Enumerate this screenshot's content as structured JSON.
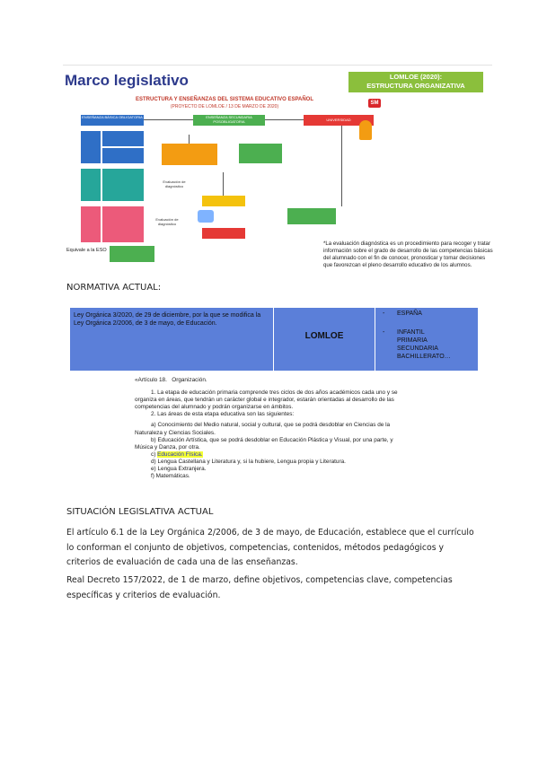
{
  "infographic": {
    "title": "Marco legislativo",
    "lomloe_line1": "LOMLOE (2020):",
    "lomloe_line2": "ESTRUCTURA ORGANIZATIVA",
    "publisher_logo": "SM",
    "diagram_title": "ESTRUCTURA Y ENSEÑANZAS DEL SISTEMA EDUCATIVO ESPAÑOL",
    "diagram_subtitle": "(PROYECTO DE LOMLOE / 13 DE MARZO DE 2020)",
    "col1_header": "ENSEÑANZA BÁSICA OBLIGATORIA",
    "col2_header": "ENSEÑANZA SECUNDARIA POSOBLIGATORIA",
    "col3_header": "UNIVERSIDAD",
    "eval_diag": "Evaluación de diagnóstico",
    "equivale": "Equivale a la ESO",
    "note": "*La evaluación diagnóstica es un procedimiento para recoger y tratar información sobre el grado de desarrollo de las competencias básicas del alumnado con el fin de conocer, pronosticar y tomar decisiones que favorezcan el pleno desarrollo educativo de los alumnos.",
    "colors": {
      "blue": "#2f6fc6",
      "green": "#4caf50",
      "red": "#e53935",
      "orange": "#f39c12",
      "yellow": "#f4c20d",
      "pink": "#ec5a7a",
      "teal": "#26a69a"
    }
  },
  "normativa_heading": "NORMATIVA ACTUAL:",
  "table": {
    "law": "Ley Orgánica 3/2020, de 29 de diciembre, por la que se modifica la Ley Orgánica 2/2006, de 3 de mayo, de Educación.",
    "name": "LOMLOE",
    "scope_1": "ESPAÑA",
    "stages": [
      "INFANTIL",
      "PRIMARIA",
      "SECUNDARIA",
      "BACHILLERATO…"
    ],
    "background": "#5b7fd9"
  },
  "article": {
    "heading_num": "«Artículo 18.",
    "heading_title": "Organización.",
    "p1": "1.   La etapa de educación primaria comprende tres ciclos de dos años académicos cada uno y se organiza en áreas, que tendrán un carácter global e integrador, estarán orientadas al desarrollo de las competencias del alumnado y podrán organizarse en ámbitos.",
    "p2": "2.   Las áreas de esta etapa educativa son las siguientes:",
    "items": [
      "a)   Conocimiento del Medio natural, social y cultural, que se podrá desdoblar en Ciencias de la Naturaleza y Ciencias Sociales.",
      "b)   Educación Artística, que se podrá desdoblar en Educación Plástica y Visual, por una parte, y Música y Danza, por otra.",
      "Educación Física.",
      "d)   Lengua Castellana y Literatura y, si la hubiere, Lengua propia y Literatura.",
      "e)   Lengua Extranjera.",
      "f)    Matemáticas."
    ],
    "item_c_prefix": "c)   "
  },
  "situacion_heading": "SITUACIÓN LEGISLATIVA ACTUAL",
  "paragraph1": "El artículo 6.1 de la Ley Orgánica 2/2006, de 3 de mayo, de Educación, establece que el currículo lo conforman el conjunto de objetivos, competencias, contenidos, métodos pedagógicos y criterios de evaluación de cada una de las enseñanzas.",
  "paragraph2": "Real Decreto 157/2022, de 1 de marzo, define objetivos, competencias clave, competencias específicas y criterios de evaluación."
}
